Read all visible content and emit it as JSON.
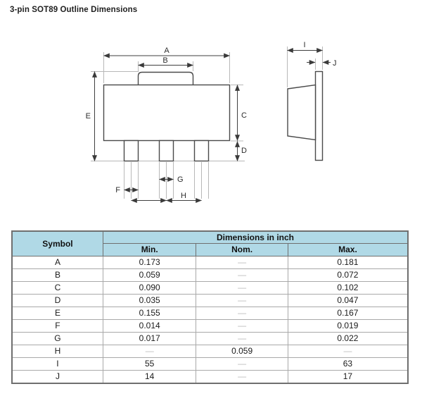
{
  "title": "3-pin SOT89 Outline Dimensions",
  "labels": {
    "A": "A",
    "B": "B",
    "C": "C",
    "D": "D",
    "E": "E",
    "F": "F",
    "G": "G",
    "H": "H",
    "I": "I",
    "J": "J"
  },
  "table": {
    "symbol_header": "Symbol",
    "group_header": "Dimensions in inch",
    "sub_headers": [
      "Min.",
      "Nom.",
      "Max."
    ],
    "rows": [
      {
        "symbol": "A",
        "min": "0.173",
        "nom": "—",
        "max": "0.181"
      },
      {
        "symbol": "B",
        "min": "0.059",
        "nom": "—",
        "max": "0.072"
      },
      {
        "symbol": "C",
        "min": "0.090",
        "nom": "—",
        "max": "0.102"
      },
      {
        "symbol": "D",
        "min": "0.035",
        "nom": "—",
        "max": "0.047"
      },
      {
        "symbol": "E",
        "min": "0.155",
        "nom": "—",
        "max": "0.167"
      },
      {
        "symbol": "F",
        "min": "0.014",
        "nom": "—",
        "max": "0.019"
      },
      {
        "symbol": "G",
        "min": "0.017",
        "nom": "—",
        "max": "0.022"
      },
      {
        "symbol": "H",
        "min": "—",
        "nom": "0.059",
        "max": "—"
      },
      {
        "symbol": "I",
        "min": "55",
        "nom": "—",
        "max": "63"
      },
      {
        "symbol": "J",
        "min": "14",
        "nom": "—",
        "max": "17"
      }
    ]
  },
  "colors": {
    "header_bg": "#b0d9e6",
    "outline": "#4a4a4a",
    "extension_line": "#b8b8b8",
    "muted_dash": "#b9b9b9"
  }
}
